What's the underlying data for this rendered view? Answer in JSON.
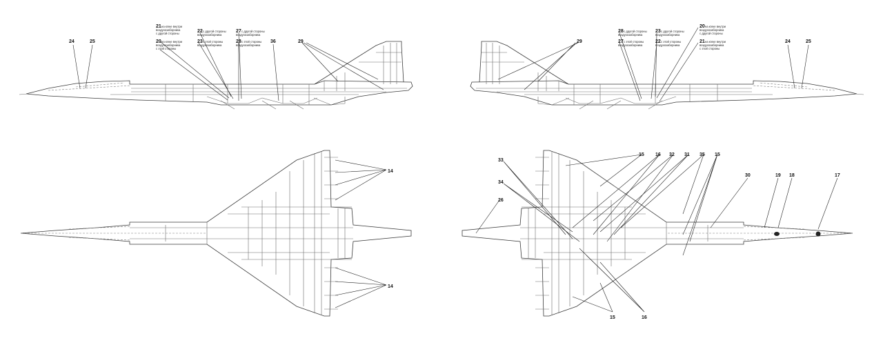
{
  "callouts": {
    "c24": "24",
    "c25": "25",
    "c29": "29",
    "c36": "36",
    "c21": "21",
    "c22": "22",
    "c23": "23",
    "c20": "20",
    "c27": "27",
    "c28": "28",
    "c14": "14",
    "c15": "15",
    "c16": "16",
    "c32": "32",
    "c31": "31",
    "c35": "35",
    "c33": "33",
    "c34": "34",
    "c26": "26",
    "c30": "30",
    "c19": "19",
    "c18": "18",
    "c17": "17"
  },
  "notes": {
    "n21_left": [
      "на кгеке внутри",
      "воздухозаборника",
      "с другой стороны"
    ],
    "n20_left": [
      "на кгеке внутри",
      "воздухозаборника",
      "с этой стороны"
    ],
    "n22_left": [
      "с другой стороны",
      "воздухозаборника"
    ],
    "n23_left": [
      "с этой стороны",
      "воздухозаборника"
    ],
    "n27_left": [
      "с другой стороны",
      "воздухозаборника"
    ],
    "n28_left": [
      "с этой стороны",
      "воздухозаборника"
    ],
    "n28_right": [
      "с другой стороны",
      "воздухозаборника"
    ],
    "n27_right": [
      "с этой стороны",
      "воздухозаборника"
    ],
    "n23_right": [
      "с другой стороны",
      "воздухозаборника"
    ],
    "n22_right": [
      "с этой стороны",
      "воздухозаборника"
    ],
    "n20_right": [
      "на кгеке внутри",
      "воздухозаборника",
      "с другой стороны"
    ],
    "n21_right": [
      "на кгеке внутри",
      "воздухозаборника",
      "с этой стороны"
    ]
  }
}
